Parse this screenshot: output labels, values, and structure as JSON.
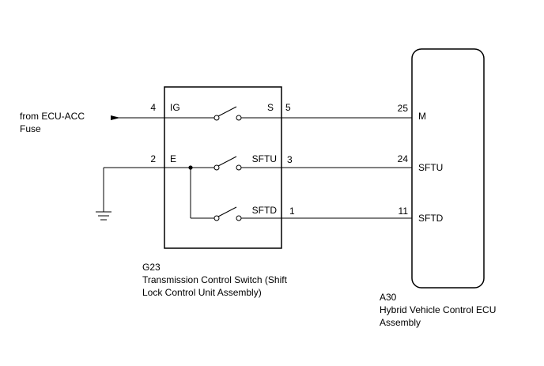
{
  "source": {
    "line1": "from ECU-ACC",
    "line2": "Fuse"
  },
  "switch": {
    "code": "G23",
    "name_line1": "Transmission Control Switch (Shift",
    "name_line2": "Lock Control Unit Assembly)",
    "pins": [
      {
        "number": "4",
        "name": "IG"
      },
      {
        "number": "5",
        "name": "S"
      },
      {
        "number": "2",
        "name": "E"
      },
      {
        "number": "3",
        "name": "SFTU"
      },
      {
        "number": "1",
        "name": "SFTD"
      }
    ]
  },
  "ecu": {
    "code": "A30",
    "name_line1": "Hybrid Vehicle Control ECU",
    "name_line2": "Assembly",
    "pins": [
      {
        "number": "25",
        "name": "M"
      },
      {
        "number": "24",
        "name": "SFTU"
      },
      {
        "number": "11",
        "name": "SFTD"
      }
    ]
  }
}
